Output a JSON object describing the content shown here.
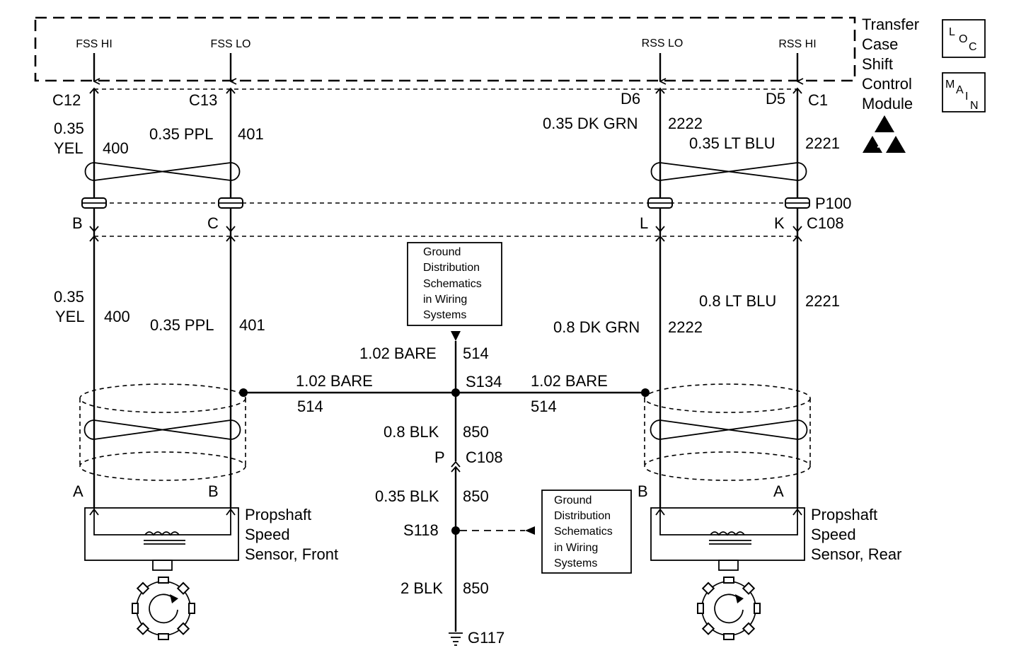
{
  "module": {
    "title_lines": [
      "Transfer",
      "Case",
      "Shift",
      "Control",
      "Module"
    ],
    "signals": {
      "fss_hi": "FSS HI",
      "fss_lo": "FSS LO",
      "rss_lo": "RSS LO",
      "rss_hi": "RSS HI"
    },
    "pins": {
      "c12": "C12",
      "c13": "C13",
      "d6": "D6",
      "d5": "D5",
      "conn": "C1"
    },
    "symbols": {
      "loc": [
        "L",
        "O",
        "C"
      ],
      "main": [
        "M",
        "A",
        "I",
        "N"
      ],
      "esd_icon": "esd-warning-icon"
    }
  },
  "upper_wires": {
    "w400_gauge": "0.35",
    "w400_color": "YEL",
    "w400_circuit": "400",
    "w401_desc": "0.35 PPL",
    "w401_circuit": "401",
    "w2222_desc": "0.35 DK GRN",
    "w2222_circuit": "2222",
    "w2221_desc": "0.35 LT BLU",
    "w2221_circuit": "2221"
  },
  "connector_c108": {
    "passthrough": "P100",
    "name": "C108",
    "pin_b": "B",
    "pin_c": "C",
    "pin_l": "L",
    "pin_k": "K"
  },
  "lower_wires": {
    "w400_gauge": "0.35",
    "w400_color": "YEL",
    "w400_circuit": "400",
    "w401_desc": "0.35 PPL",
    "w401_circuit": "401",
    "w2222_desc": "0.8 DK GRN",
    "w2222_circuit": "2222",
    "w2221_desc": "0.8 LT BLU",
    "w2221_circuit": "2221"
  },
  "ground": {
    "ref_box_top": [
      "Ground",
      "Distribution",
      "Schematics",
      "in Wiring",
      "Systems"
    ],
    "ref_box_bottom": [
      "Ground",
      "Distribution",
      "Schematics",
      "in Wiring",
      "Systems"
    ],
    "bare_vertical_desc": "1.02 BARE",
    "bare_vertical_circuit": "514",
    "splice_s134": "S134",
    "bare_left_desc": "1.02 BARE",
    "bare_left_circuit": "514",
    "bare_right_desc": "1.02 BARE",
    "bare_right_circuit": "514",
    "blk1_desc": "0.8 BLK",
    "blk1_circuit": "850",
    "c108_pin": "P",
    "c108_name": "C108",
    "blk2_desc": "0.35 BLK",
    "blk2_circuit": "850",
    "splice_s118": "S118",
    "blk3_desc": "2 BLK",
    "blk3_circuit": "850",
    "ground_point": "G117"
  },
  "sensors": {
    "front": {
      "lines": [
        "Propshaft",
        "Speed",
        "Sensor, Front"
      ],
      "pin_a": "A",
      "pin_b": "B"
    },
    "rear": {
      "lines": [
        "Propshaft",
        "Speed",
        "Sensor, Rear"
      ],
      "pin_a": "A",
      "pin_b": "B"
    }
  }
}
